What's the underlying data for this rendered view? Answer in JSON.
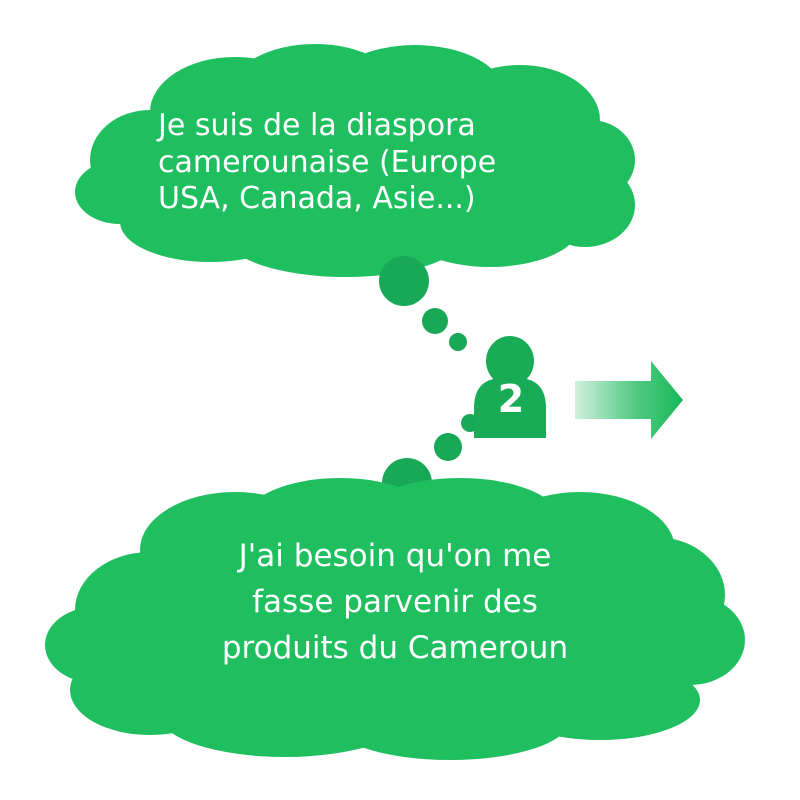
{
  "colors": {
    "cloud": "#1fbf60",
    "dots": "#19a956",
    "person": "#19ac56",
    "arrow": "#19b85a",
    "text": "#ffffff"
  },
  "top_bubble": {
    "lines": [
      "Je suis de la diaspora",
      "camerounaise (Europe",
      "USA, Canada, Asie...)"
    ]
  },
  "bottom_bubble": {
    "lines": [
      "J'ai besoin qu'on me",
      "fasse parvenir des",
      "produits du Cameroun"
    ]
  },
  "person": {
    "icon": "person-icon",
    "number": "2"
  },
  "arrow": {
    "icon": "arrow-right-icon",
    "direction": "right"
  }
}
